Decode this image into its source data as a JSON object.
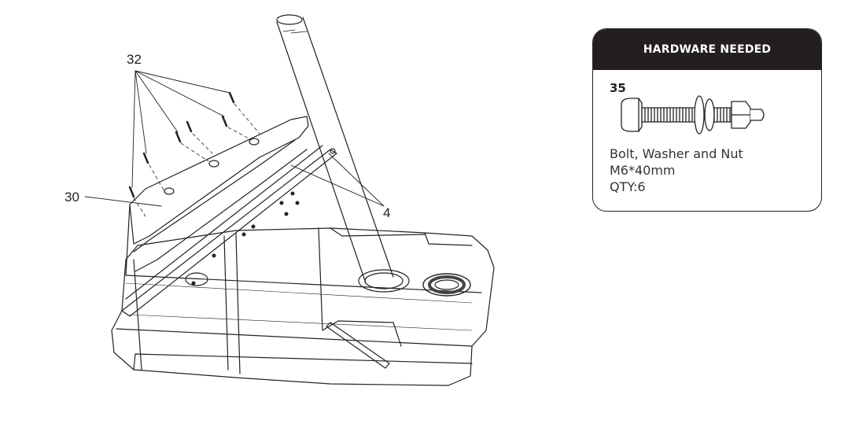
{
  "callouts": {
    "c32": "32",
    "c30": "30",
    "c4": "4"
  },
  "hardware": {
    "header": "HARDWARE NEEDED",
    "part_number": "35",
    "description_line1": "Bolt, Washer and Nut",
    "description_line2": "M6*40mm",
    "quantity": "QTY:6",
    "icon": "bolt-washer-nut-icon"
  },
  "colors": {
    "header_bg": "#231f20",
    "line": "#222222"
  }
}
